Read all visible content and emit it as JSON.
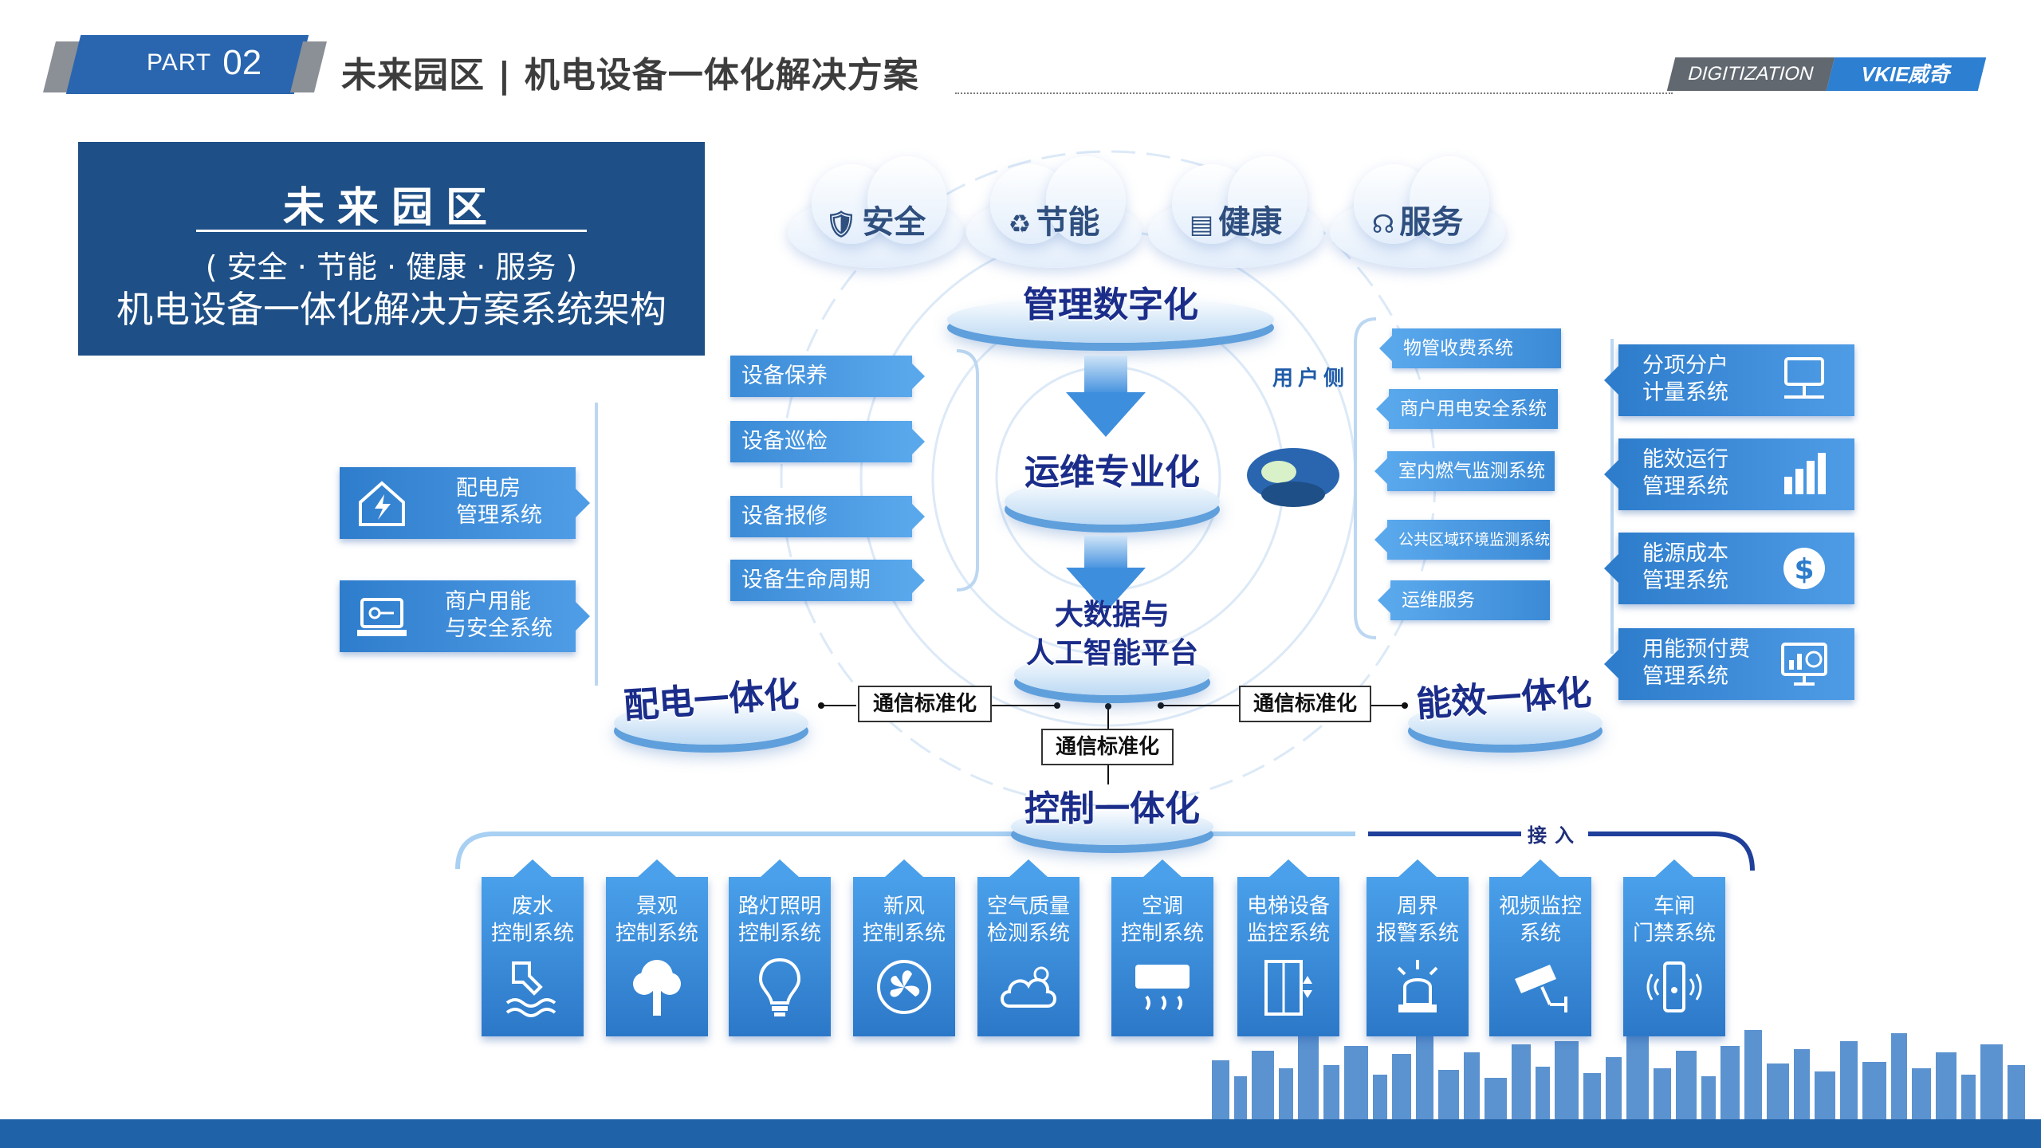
{
  "header": {
    "part_label": "PART",
    "part_number": "02",
    "title": "未来园区 | 机电设备一体化解决方案",
    "digitization": "DIGITIZATION",
    "brand": "VKIE威奇"
  },
  "title_box": {
    "main": "未来园区",
    "sub": "( 安全 · 节能 · 健康 · 服务 )",
    "desc": "机电设备一体化解决方案系统架构"
  },
  "clouds": [
    {
      "label": "安全",
      "icon": "shield-icon"
    },
    {
      "label": "节能",
      "icon": "leaf-icon"
    },
    {
      "label": "健康",
      "icon": "report-icon"
    },
    {
      "label": "服务",
      "icon": "headset-icon"
    }
  ],
  "platforms": {
    "management": "管理数字化",
    "operation": "运维专业化",
    "bigdata_line1": "大数据与",
    "bigdata_line2": "人工智能平台",
    "power": "配电一体化",
    "energy": "能效一体化",
    "control": "控制一体化"
  },
  "user_side": "用户侧",
  "maintenance_tags": [
    "设备保养",
    "设备巡检",
    "设备报修",
    "设备生命周期"
  ],
  "user_tags": [
    "物管收费系统",
    "商户用电安全系统",
    "室内燃气监测系统",
    "公共区域环境监测系统",
    "运维服务"
  ],
  "left_boxes": [
    {
      "line1": "配电房",
      "line2": "管理系统",
      "icon": "power-house-icon"
    },
    {
      "line1": "商户用能",
      "line2": "与安全系统",
      "icon": "laptop-key-icon"
    }
  ],
  "right_boxes": [
    {
      "line1": "分项分户",
      "line2": "计量系统",
      "icon": "monitor-network-icon"
    },
    {
      "line1": "能效运行",
      "line2": "管理系统",
      "icon": "bar-chart-icon"
    },
    {
      "line1": "能源成本",
      "line2": "管理系统",
      "icon": "dollar-gear-icon"
    },
    {
      "line1": "用能预付费",
      "line2": "管理系统",
      "icon": "dashboard-icon"
    }
  ],
  "comm_label": "通信标准化",
  "access_label": "接入",
  "control_cards": [
    {
      "line1": "废水",
      "line2": "控制系统",
      "icon": "wastewater-icon"
    },
    {
      "line1": "景观",
      "line2": "控制系统",
      "icon": "tree-icon"
    },
    {
      "line1": "路灯照明",
      "line2": "控制系统",
      "icon": "bulb-icon"
    },
    {
      "line1": "新风",
      "line2": "控制系统",
      "icon": "fan-icon"
    },
    {
      "line1": "空气质量",
      "line2": "检测系统",
      "icon": "air-quality-icon"
    },
    {
      "line1": "空调",
      "line2": "控制系统",
      "icon": "air-conditioner-icon"
    },
    {
      "line1": "电梯设备",
      "line2": "监控系统",
      "icon": "elevator-icon"
    },
    {
      "line1": "周界",
      "line2": "报警系统",
      "icon": "alarm-icon"
    },
    {
      "line1": "视频监控",
      "line2": "系统",
      "icon": "camera-icon"
    },
    {
      "line1": "车闸",
      "line2": "门禁系统",
      "icon": "access-icon"
    }
  ],
  "colors": {
    "primary": "#2a66b0",
    "dark_box": "#1e4f86",
    "platform_text": "#1b2d8a",
    "accent": "#4f9ce6"
  }
}
